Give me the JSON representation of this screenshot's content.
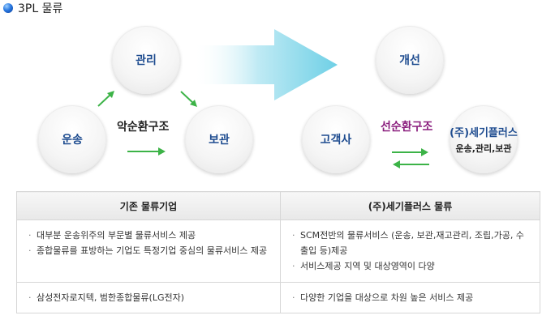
{
  "section_title": "3PL 물류",
  "nodes": {
    "left_top": "관리",
    "left_left": "운송",
    "left_right": "보관",
    "right_top": "개선",
    "right_left": "고객사",
    "right_right": "(주)세기플러스",
    "right_right_sub": "운송,관리,보관"
  },
  "cycles": {
    "left": "악순환구조",
    "right": "선순환구조"
  },
  "colors": {
    "node_label": "#1d4b8f",
    "cycle_left": "#222222",
    "cycle_right": "#8a1d7d",
    "arrow_small": "#3cb347",
    "arrow_big": "#7fd6ea"
  },
  "table": {
    "headers": [
      "기존 물류기업",
      "(주)세기플러스 물류"
    ],
    "rows": [
      {
        "left": [
          "대부분 운송위주의 부문별 물류서비스 제공",
          "종합물류를 표방하는 기업도 특정기업 중심의 물류서비스 제공"
        ],
        "right": [
          "SCM전반의 물류서비스 (운송, 보관,재고관리, 조립,가공, 수출입 등)제공",
          "서비스제공 지역 및 대상영역이 다양"
        ]
      },
      {
        "left": [
          "삼성전자로지텍, 범한종합물류(LG전자)"
        ],
        "right": [
          "다양한 기업을 대상으로 차원 높은 서비스 제공"
        ]
      }
    ]
  }
}
